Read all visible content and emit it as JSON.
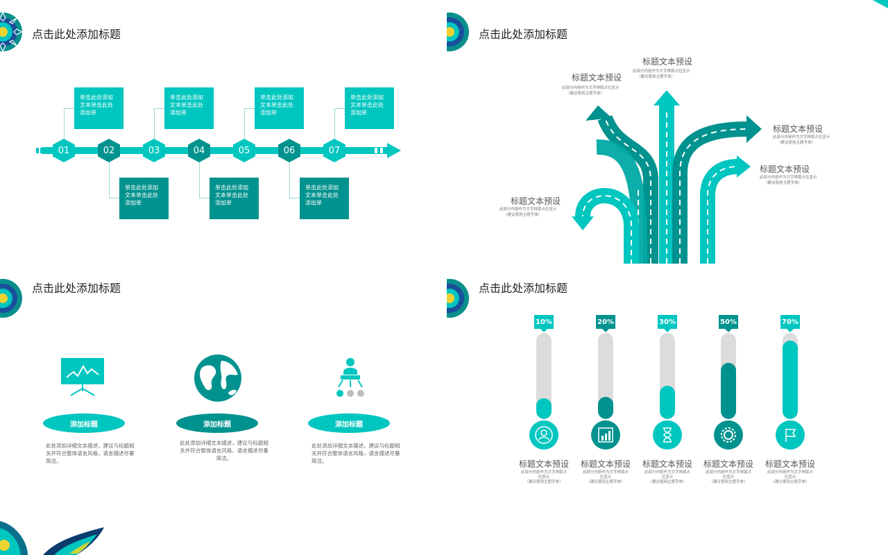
{
  "slide1": {
    "title": "点击此处添加标题",
    "steps": [
      "01",
      "02",
      "03",
      "04",
      "05",
      "06",
      "07"
    ],
    "boxes": [
      "单击此处添加文本单击此处添加单",
      "单击此处添加文本单击此处添加单",
      "单击此处添加文本单击此处添加单",
      "单击此处添加文本单击此处添加单",
      "单击此处添加文本单击此处添加单",
      "单击此处添加文本单击此处添加单",
      "单击此处添加文本单击此处添加单"
    ]
  },
  "slide2": {
    "title": "点击此处添加标题",
    "labels": [
      {
        "title": "标题文本预设",
        "line1": "此部分内容作为文字排版占位显示",
        "line2": "（建议使用主题字体）"
      },
      {
        "title": "标题文本预设",
        "line1": "此部分内容作为文字排版占位显示",
        "line2": "（建议使用主题字体）"
      },
      {
        "title": "标题文本预设",
        "line1": "此部分内容作为文字排版占位显示",
        "line2": "（建议使用主题字体）"
      },
      {
        "title": "标题文本预设",
        "line1": "此部分内容作为文字排版占位显示",
        "line2": "（建议使用主题字体）"
      },
      {
        "title": "标题文本预设",
        "line1": "此部分内容作为文字排版占位显示",
        "line2": "（建议使用主题字体）"
      }
    ]
  },
  "slide3": {
    "title": "点击此处添加标题",
    "cards": [
      {
        "icon": "presentation-chart-icon",
        "label": "添加标题",
        "desc": "此处添加详细文本描述，建议与标题相关并符合整体语言风格，语言描述尽量简洁。"
      },
      {
        "icon": "globe-icon",
        "label": "添加标题",
        "desc": "此处添加详细文本描述，建议与标题相关并符合整体语言风格，语言描述尽量简洁。"
      },
      {
        "icon": "person-presenter-icon",
        "label": "添加标题",
        "desc": "此处添加详细文本描述，建议与标题相关并符合整体语言风格，语言描述尽量简洁。"
      }
    ]
  },
  "slide4": {
    "title": "点击此处添加标题",
    "bars": [
      {
        "pct": "10%",
        "value": 0.1,
        "color": "#00c6c0",
        "icon": "user-icon",
        "label": "标题文本预设",
        "line1": "此部分内容作为文字排版占",
        "line2": "位显示",
        "line3": "（建议使用主题字体）"
      },
      {
        "pct": "20%",
        "value": 0.2,
        "color": "#00928e",
        "icon": "chart-icon",
        "label": "标题文本预设",
        "line1": "此部分内容作为文字排版占",
        "line2": "位显示",
        "line3": "（建议使用主题字体）"
      },
      {
        "pct": "30%",
        "value": 0.3,
        "color": "#00c6c0",
        "icon": "hourglass-icon",
        "label": "标题文本预设",
        "line1": "此部分内容作为文字排版占",
        "line2": "位显示",
        "line3": "（建议使用主题字体）"
      },
      {
        "pct": "50%",
        "value": 0.5,
        "color": "#00928e",
        "icon": "gear-icon",
        "label": "标题文本预设",
        "line1": "此部分内容作为文字排版占",
        "line2": "位显示",
        "line3": "（建议使用主题字体）"
      },
      {
        "pct": "70%",
        "value": 0.7,
        "color": "#00c6c0",
        "icon": "flag-icon",
        "label": "标题文本预设",
        "line1": "此部分内容作为文字排版占",
        "line2": "位显示",
        "line3": "（建议使用主题字体）"
      }
    ]
  },
  "colors": {
    "teal_light": "#00c6c0",
    "teal_dark": "#00928e",
    "track": "#dcdcdc"
  }
}
